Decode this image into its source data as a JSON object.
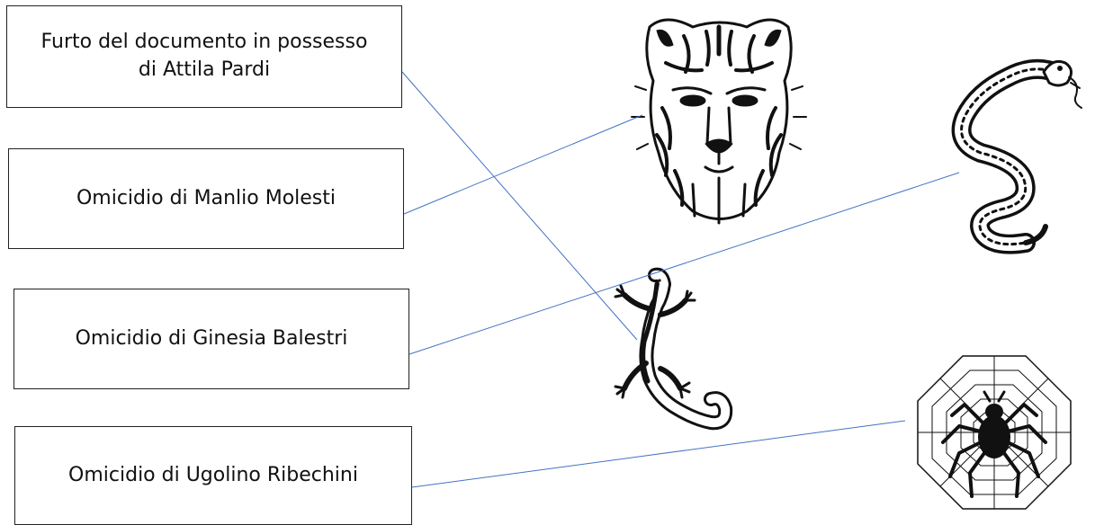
{
  "boxes": [
    {
      "line1": "Furto del documento in possesso",
      "line2": "di Attila Pardi"
    },
    {
      "line1": "Omicidio di Manlio Molesti",
      "line2": ""
    },
    {
      "line1": "Omicidio di Ginesia Balestri",
      "line2": ""
    },
    {
      "line1": "Omicidio di Ugolino Ribechini",
      "line2": ""
    }
  ],
  "animals": [
    "tiger",
    "snake",
    "gecko",
    "spider"
  ],
  "connections": [
    {
      "from": "Furto del documento in possesso di Attila Pardi",
      "to": "gecko"
    },
    {
      "from": "Omicidio di Manlio Molesti",
      "to": "tiger"
    },
    {
      "from": "Omicidio di Ginesia Balestri",
      "to": "snake"
    },
    {
      "from": "Omicidio di Ugolino Ribechini",
      "to": "spider"
    }
  ],
  "colors": {
    "line": "#4472c4",
    "ink": "#111111"
  }
}
